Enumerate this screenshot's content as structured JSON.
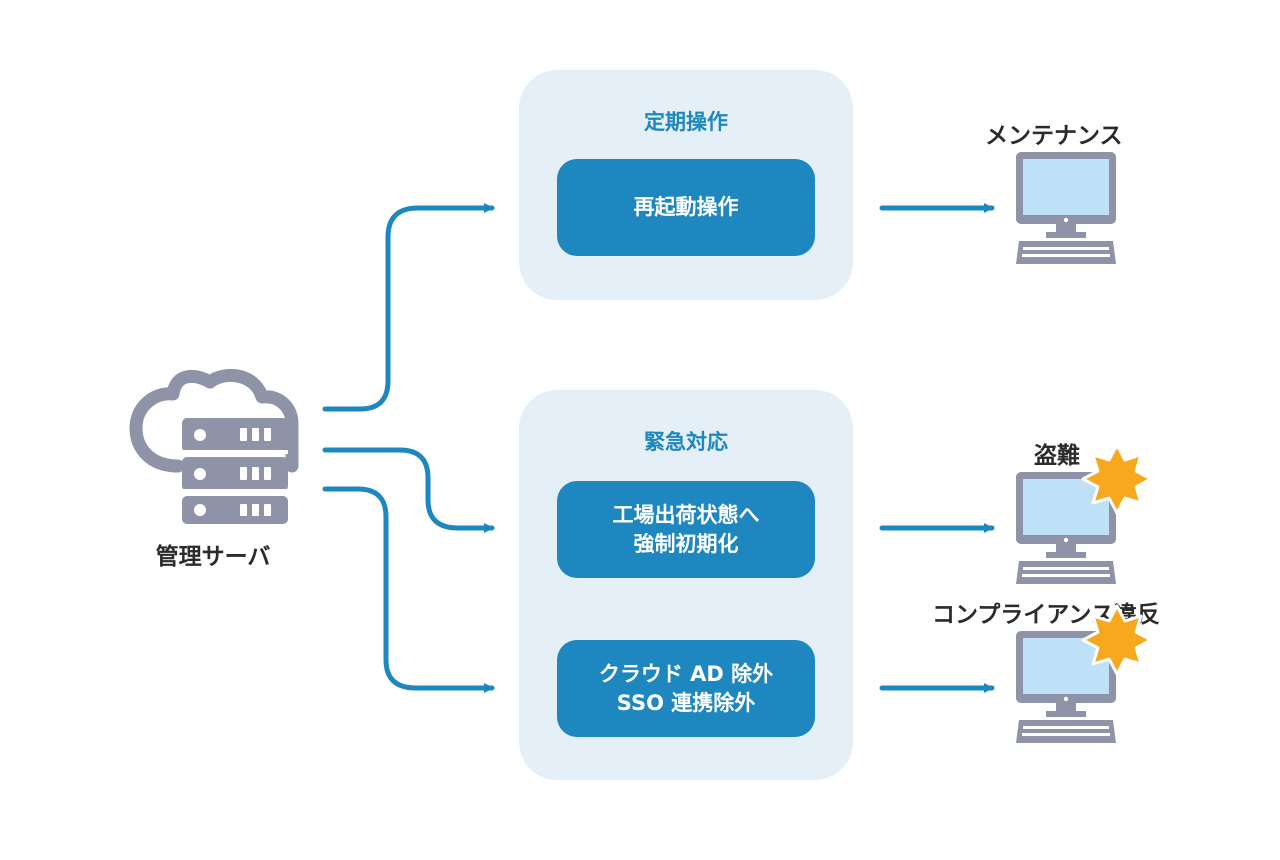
{
  "server": {
    "label": "管理サーバ"
  },
  "groups": [
    {
      "title": "定期操作",
      "actions": [
        {
          "lines": [
            "再起動操作"
          ]
        }
      ]
    },
    {
      "title": "緊急対応",
      "actions": [
        {
          "lines": [
            "工場出荷状態へ",
            "強制初期化"
          ]
        },
        {
          "lines": [
            "クラウド AD 除外",
            "SSO 連携除外"
          ]
        }
      ]
    }
  ],
  "targets": [
    {
      "label": "メンテナンス",
      "alert": false
    },
    {
      "label": "盗難",
      "alert": true
    },
    {
      "label": "コンプライアンス違反",
      "alert": true
    }
  ],
  "colors": {
    "accent": "#1e87bf",
    "panel": "#e4eff7",
    "icon_gray": "#8e93a7",
    "screen": "#bfe1f7",
    "alert": "#f7a81c"
  }
}
